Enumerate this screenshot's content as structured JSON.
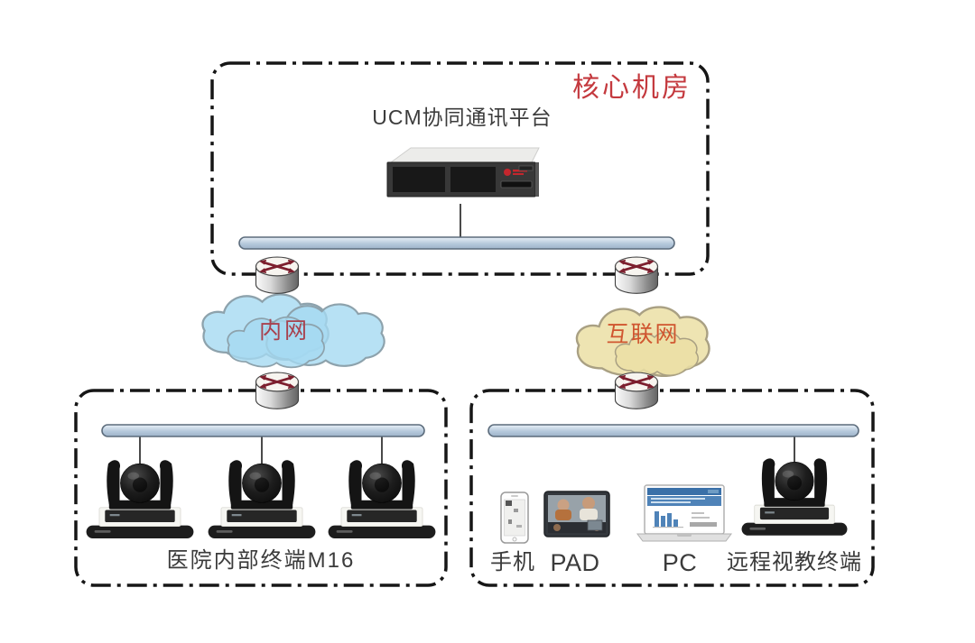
{
  "core_room": {
    "label": "核心机房",
    "label_color": "#c4393e",
    "server_label": "UCM协同通讯平台",
    "server_kind": "rack-server"
  },
  "clouds": {
    "intranet": {
      "label": "内网",
      "label_color": "#a8414e",
      "fill": "#a5d9f1"
    },
    "internet": {
      "label": "互联网",
      "label_color": "#d05630",
      "fill": "#ebdfa4"
    }
  },
  "hospital_zone": {
    "label": "医院内部终端M16",
    "camera_count": "3"
  },
  "remote_zone": {
    "devices": [
      {
        "label": "手机",
        "kind": "smartphone"
      },
      {
        "label": "PAD",
        "kind": "tablet"
      },
      {
        "label": "PC",
        "kind": "laptop"
      },
      {
        "label": "远程视教终端",
        "kind": "ptz-camera"
      }
    ]
  },
  "style": {
    "border_color": "#161616",
    "bus_fill": "#b6c9dc",
    "router_arrow_color": "#7d1f2e"
  }
}
